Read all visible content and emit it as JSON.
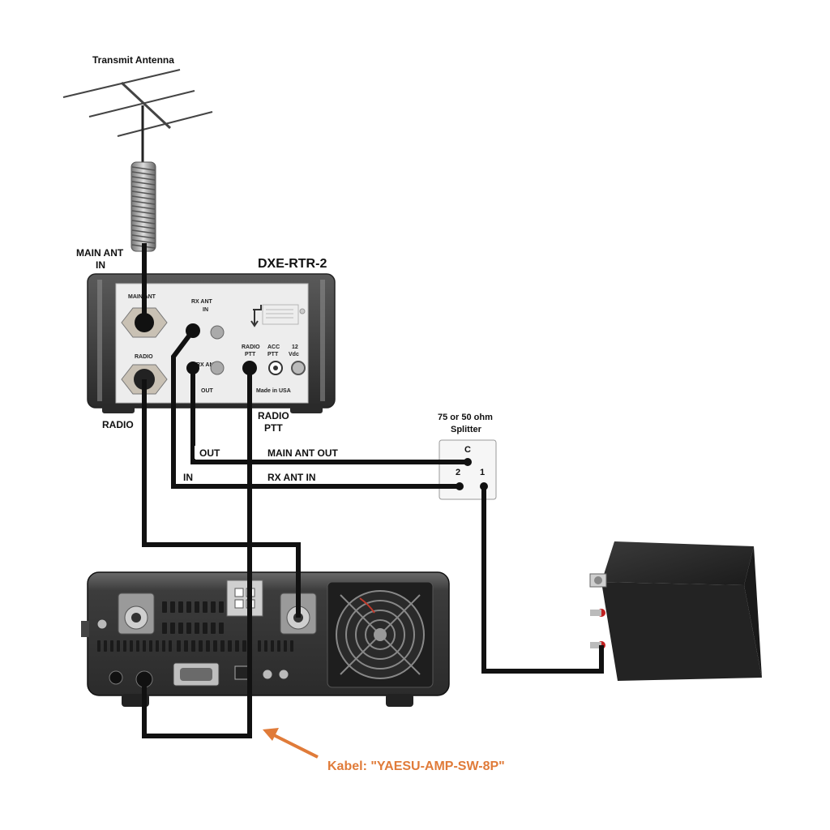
{
  "labels": {
    "transmit_antenna": "Transmit Antenna",
    "main_ant_in_1": "MAIN ANT",
    "main_ant_in_2": "IN",
    "device_name": "DXE-RTR-2",
    "radio": "RADIO",
    "radio_ptt_1": "RADIO",
    "radio_ptt_2": "PTT",
    "out": "OUT",
    "in": "IN",
    "main_ant_out": "MAIN ANT OUT",
    "rx_ant_in": "RX ANT IN",
    "splitter_1": "75 or 50 ohm",
    "splitter_2": "Splitter",
    "splitter_c": "C",
    "splitter_2_port": "2",
    "splitter_1_port": "1",
    "cable_note": "Kabel: \"YAESU-AMP-SW-8P\""
  },
  "panel_text": {
    "rx_ant_in_1": "RX ANT",
    "rx_ant_in_2": "IN",
    "radio_port": "RADIO",
    "main_ant_port": "MAIN ANT",
    "rx_ant_out_1": "RX ANT",
    "rx_ant_out_2": "OUT",
    "radio_ptt_1": "RADIO",
    "radio_ptt_2": "PTT",
    "acc_ptt_1": "ACC",
    "acc_ptt_2": "PTT",
    "vdc_1": "12",
    "vdc_2": "Vdc",
    "made_in": "Made in USA"
  },
  "colors": {
    "cable": "#111111",
    "annotation": "#e07b39",
    "panel": "#ededed",
    "case": "#3a3a3a"
  }
}
